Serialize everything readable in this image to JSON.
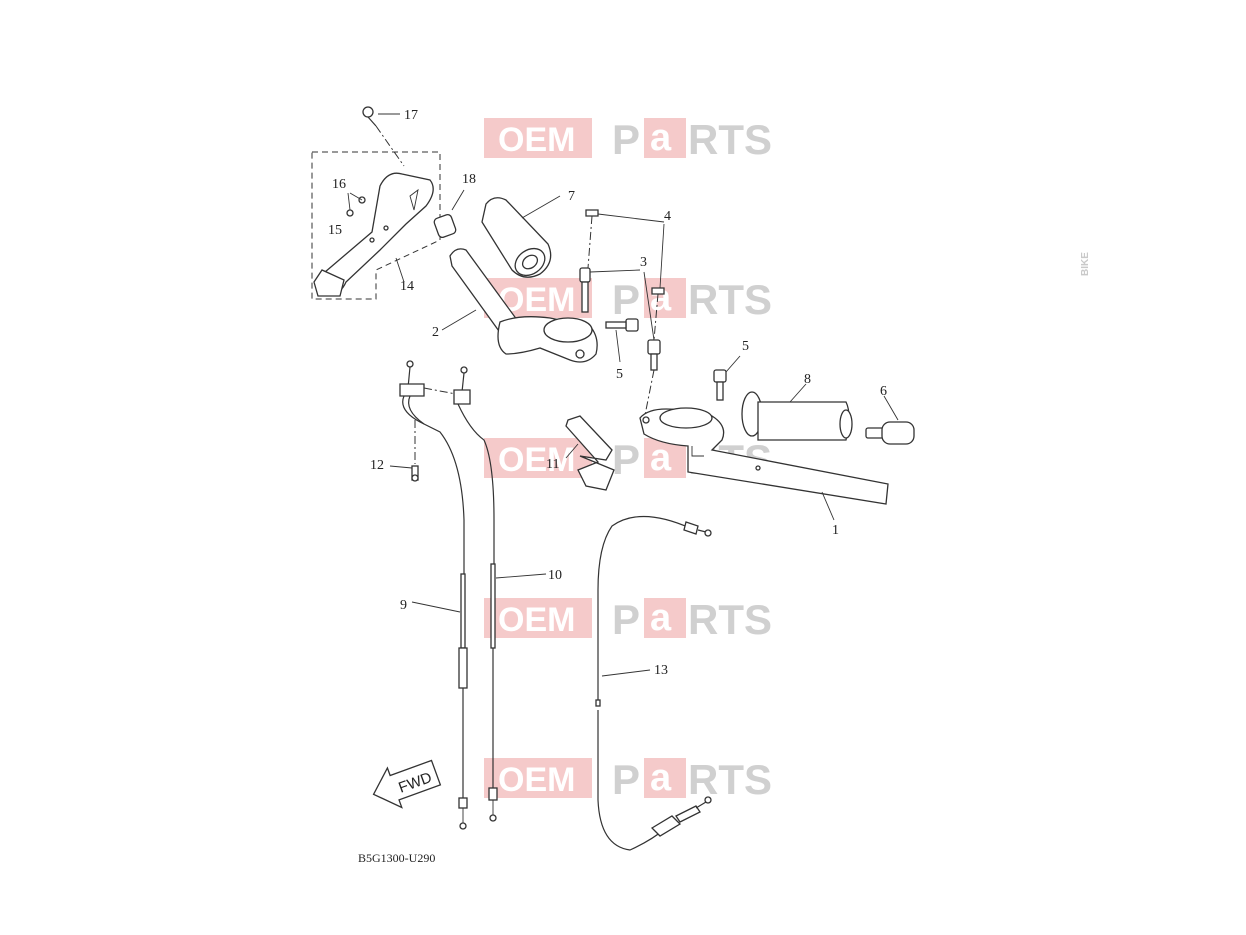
{
  "diagram": {
    "code": "B5G1300-U290",
    "fwd_label": "FWD",
    "callouts": [
      {
        "id": "1",
        "label": "1"
      },
      {
        "id": "2",
        "label": "2"
      },
      {
        "id": "3",
        "label": "3"
      },
      {
        "id": "4",
        "label": "4"
      },
      {
        "id": "5a",
        "label": "5"
      },
      {
        "id": "5b",
        "label": "5"
      },
      {
        "id": "6",
        "label": "6"
      },
      {
        "id": "7",
        "label": "7"
      },
      {
        "id": "8",
        "label": "8"
      },
      {
        "id": "9",
        "label": "9"
      },
      {
        "id": "10",
        "label": "10"
      },
      {
        "id": "11",
        "label": "11"
      },
      {
        "id": "12",
        "label": "12"
      },
      {
        "id": "13",
        "label": "13"
      },
      {
        "id": "14",
        "label": "14"
      },
      {
        "id": "15",
        "label": "15"
      },
      {
        "id": "16",
        "label": "16"
      },
      {
        "id": "17",
        "label": "17"
      },
      {
        "id": "18",
        "label": "18"
      }
    ]
  },
  "watermark": {
    "oem": "OEM",
    "bike": "BIKE",
    "p": "P",
    "a": "a",
    "rts": "RTS"
  }
}
